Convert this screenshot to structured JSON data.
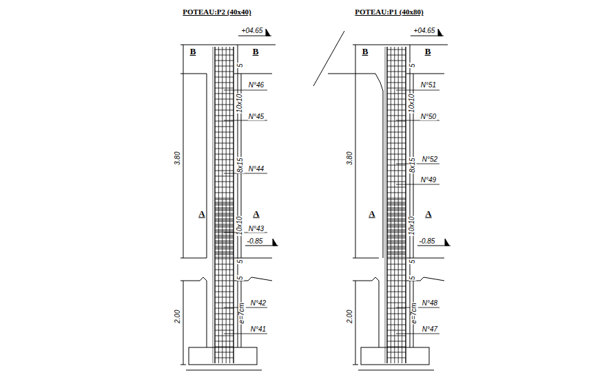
{
  "diagram": {
    "labels": [
      "POTEAU:P2 (40x40)",
      "+04.65",
      "B",
      "B",
      "5",
      "N°46",
      "10x10",
      "N°45",
      "3.80",
      "8x15",
      "N°44",
      "A",
      "A",
      "10x10",
      "N°43",
      "-0.85",
      "5",
      "5",
      "N°42",
      "2.00",
      "e=7cm",
      "N°41",
      "POTEAU:P1 (40x80)",
      "+04.65",
      "B",
      "B",
      "5",
      "N°51",
      "10x10",
      "N°50",
      "3.80",
      "8x15",
      "N°52",
      "N°49",
      "A",
      "A",
      "10x10",
      "-0.85",
      "5",
      "5",
      "N°48",
      "2.00",
      "e=7cm",
      "N°47"
    ]
  }
}
